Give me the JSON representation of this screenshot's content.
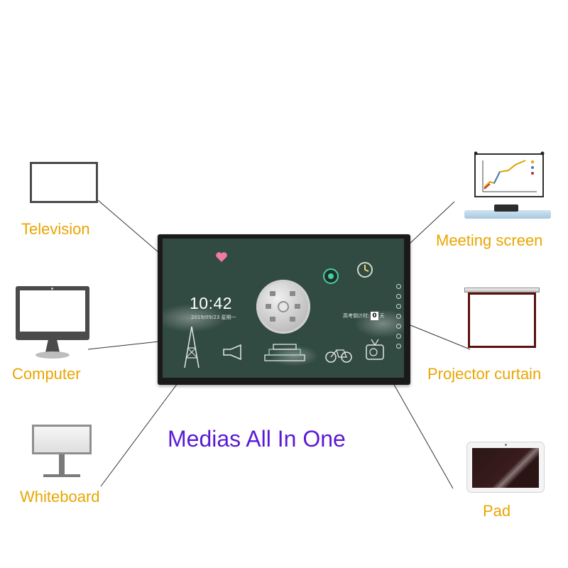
{
  "caption": "Medias All In One",
  "devices": {
    "television": "Television",
    "computer": "Computer",
    "whiteboard": "Whiteboard",
    "meeting_screen": "Meeting screen",
    "projector_curtain": "Projector curtain",
    "pad": "Pad"
  },
  "board_screen": {
    "time": "10:42",
    "date": "2019/09/23  星期一",
    "countdown_prefix": "高考倒计时:",
    "countdown_value": "0",
    "countdown_suffix": "天"
  },
  "colors": {
    "label": "#e8a600",
    "caption": "#5a1ad6",
    "screen_bg": "#314a42",
    "connector": "#333333"
  }
}
